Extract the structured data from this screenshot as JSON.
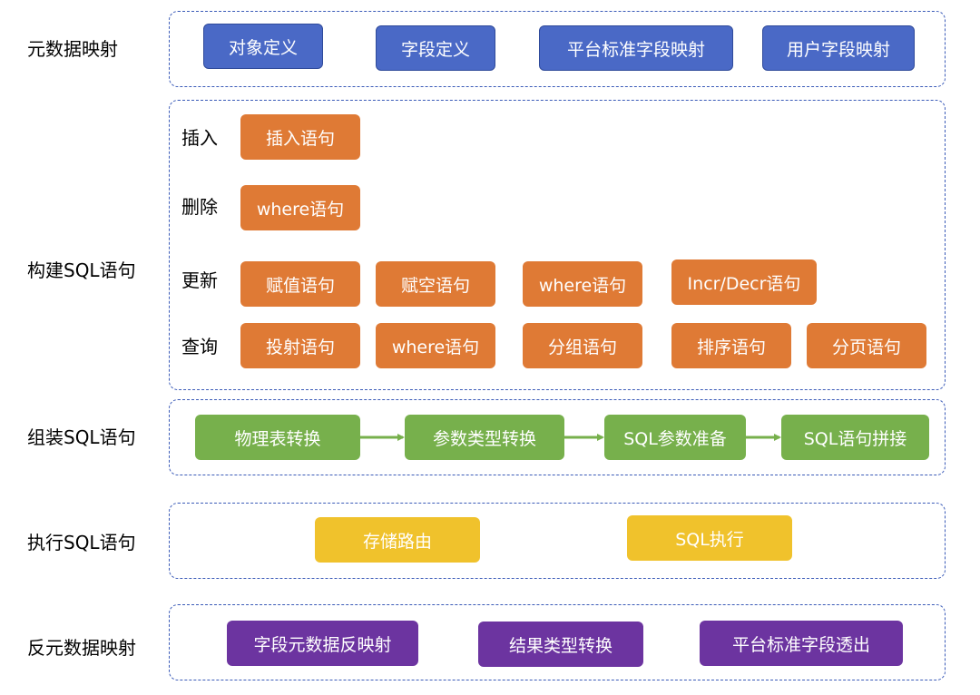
{
  "colors": {
    "border": "#3b5bb8",
    "blue": "#4a69c6",
    "orange": "#df7a35",
    "green": "#77b04c",
    "yellow": "#f0c22c",
    "purple": "#6c34a0"
  },
  "metadata_mapping": {
    "label": "元数据映射",
    "items": [
      "对象定义",
      "字段定义",
      "平台标准字段映射",
      "用户字段映射"
    ]
  },
  "build_sql": {
    "label": "构建SQL语句",
    "insert": {
      "label": "插入",
      "items": [
        "插入语句"
      ]
    },
    "delete": {
      "label": "删除",
      "items": [
        "where语句"
      ]
    },
    "update": {
      "label": "更新",
      "items": [
        "赋值语句",
        "赋空语句",
        "where语句",
        "Incr/Decr语句"
      ]
    },
    "query": {
      "label": "查询",
      "items": [
        "投射语句",
        "where语句",
        "分组语句",
        "排序语句",
        "分页语句"
      ]
    }
  },
  "assemble_sql": {
    "label": "组装SQL语句",
    "items": [
      "物理表转换",
      "参数类型转换",
      "SQL参数准备",
      "SQL语句拼接"
    ]
  },
  "execute_sql": {
    "label": "执行SQL语句",
    "items": [
      "存储路由",
      "SQL执行"
    ]
  },
  "reverse_mapping": {
    "label": "反元数据映射",
    "items": [
      "字段元数据反映射",
      "结果类型转换",
      "平台标准字段透出"
    ]
  }
}
